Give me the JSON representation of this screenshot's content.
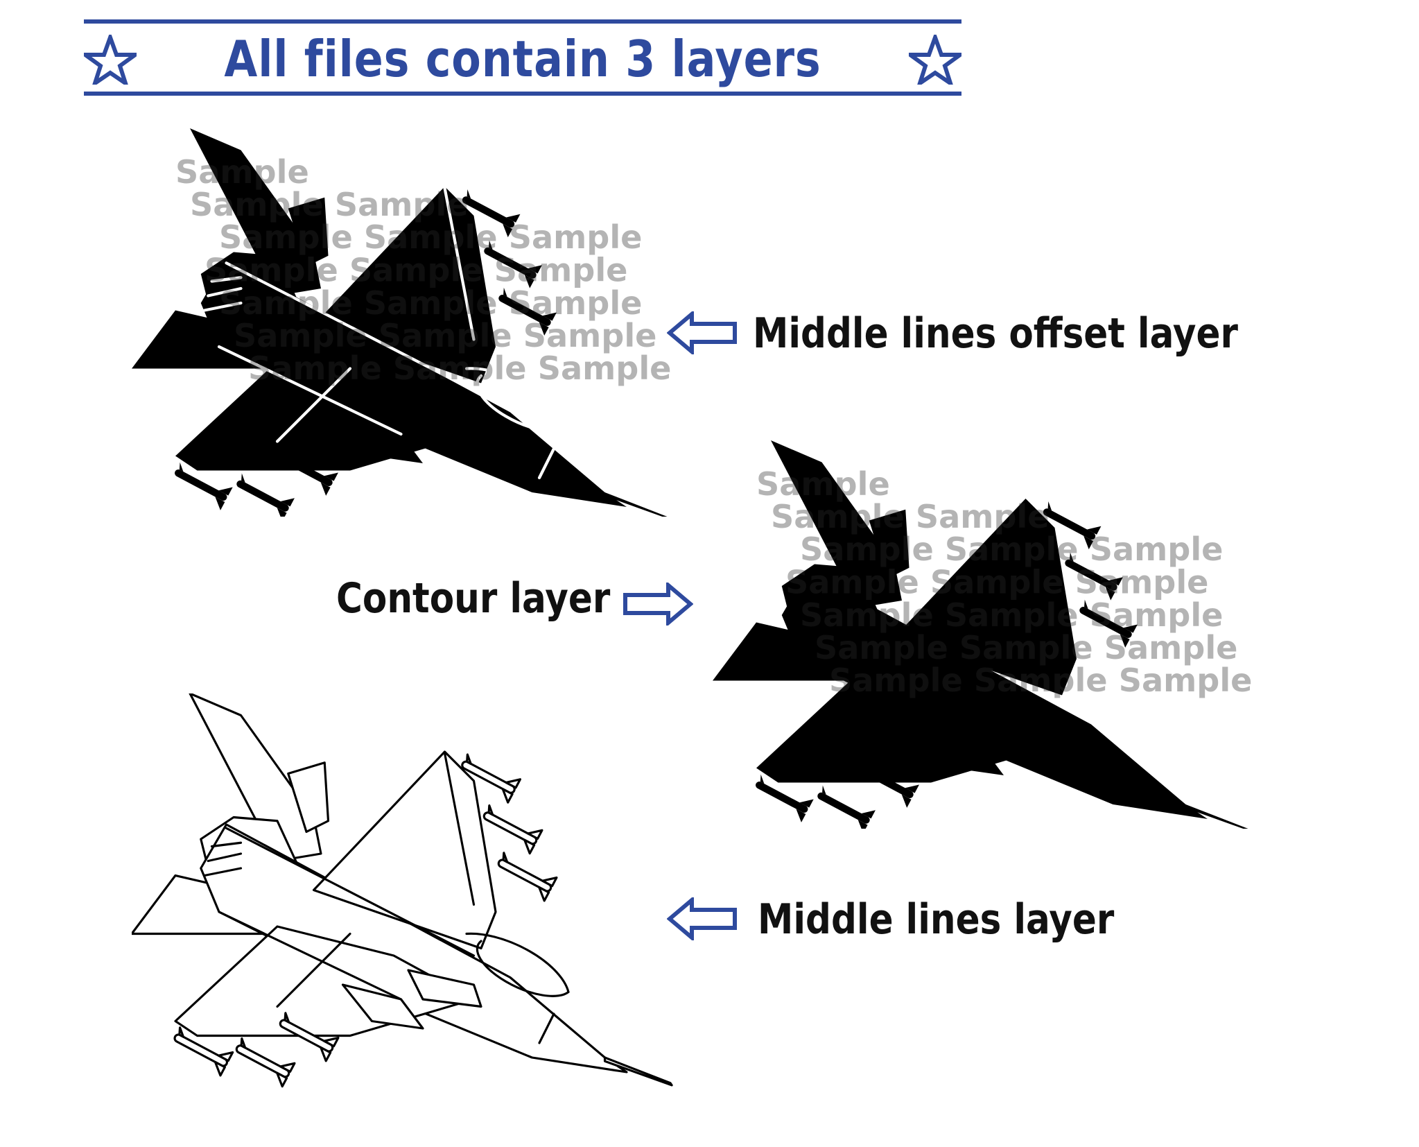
{
  "banner": {
    "title": "All files contain 3 layers",
    "accent_color": "#2e4a9e",
    "left_icon": "star-outline-icon",
    "right_icon": "star-outline-icon"
  },
  "layers": [
    {
      "label": "Middle lines offset layer",
      "style": "silhouette-with-offset-lines",
      "arrow": "arrow-left-outline-icon"
    },
    {
      "label": "Contour layer",
      "style": "solid-silhouette",
      "arrow": "arrow-right-outline-icon"
    },
    {
      "label": "Middle lines layer",
      "style": "line-drawing",
      "arrow": "arrow-left-outline-icon"
    }
  ],
  "watermark": {
    "word": "Sample",
    "rows": [
      "Sample",
      "Sample Sample",
      "Sample Sample Sample",
      "Sample Sample Sample",
      "Sample Sample Sample",
      "Sample Sample Sample",
      "Sample Sample Sample"
    ]
  },
  "colors": {
    "ink": "#111111",
    "accent": "#2e4a9e",
    "background": "#ffffff"
  }
}
